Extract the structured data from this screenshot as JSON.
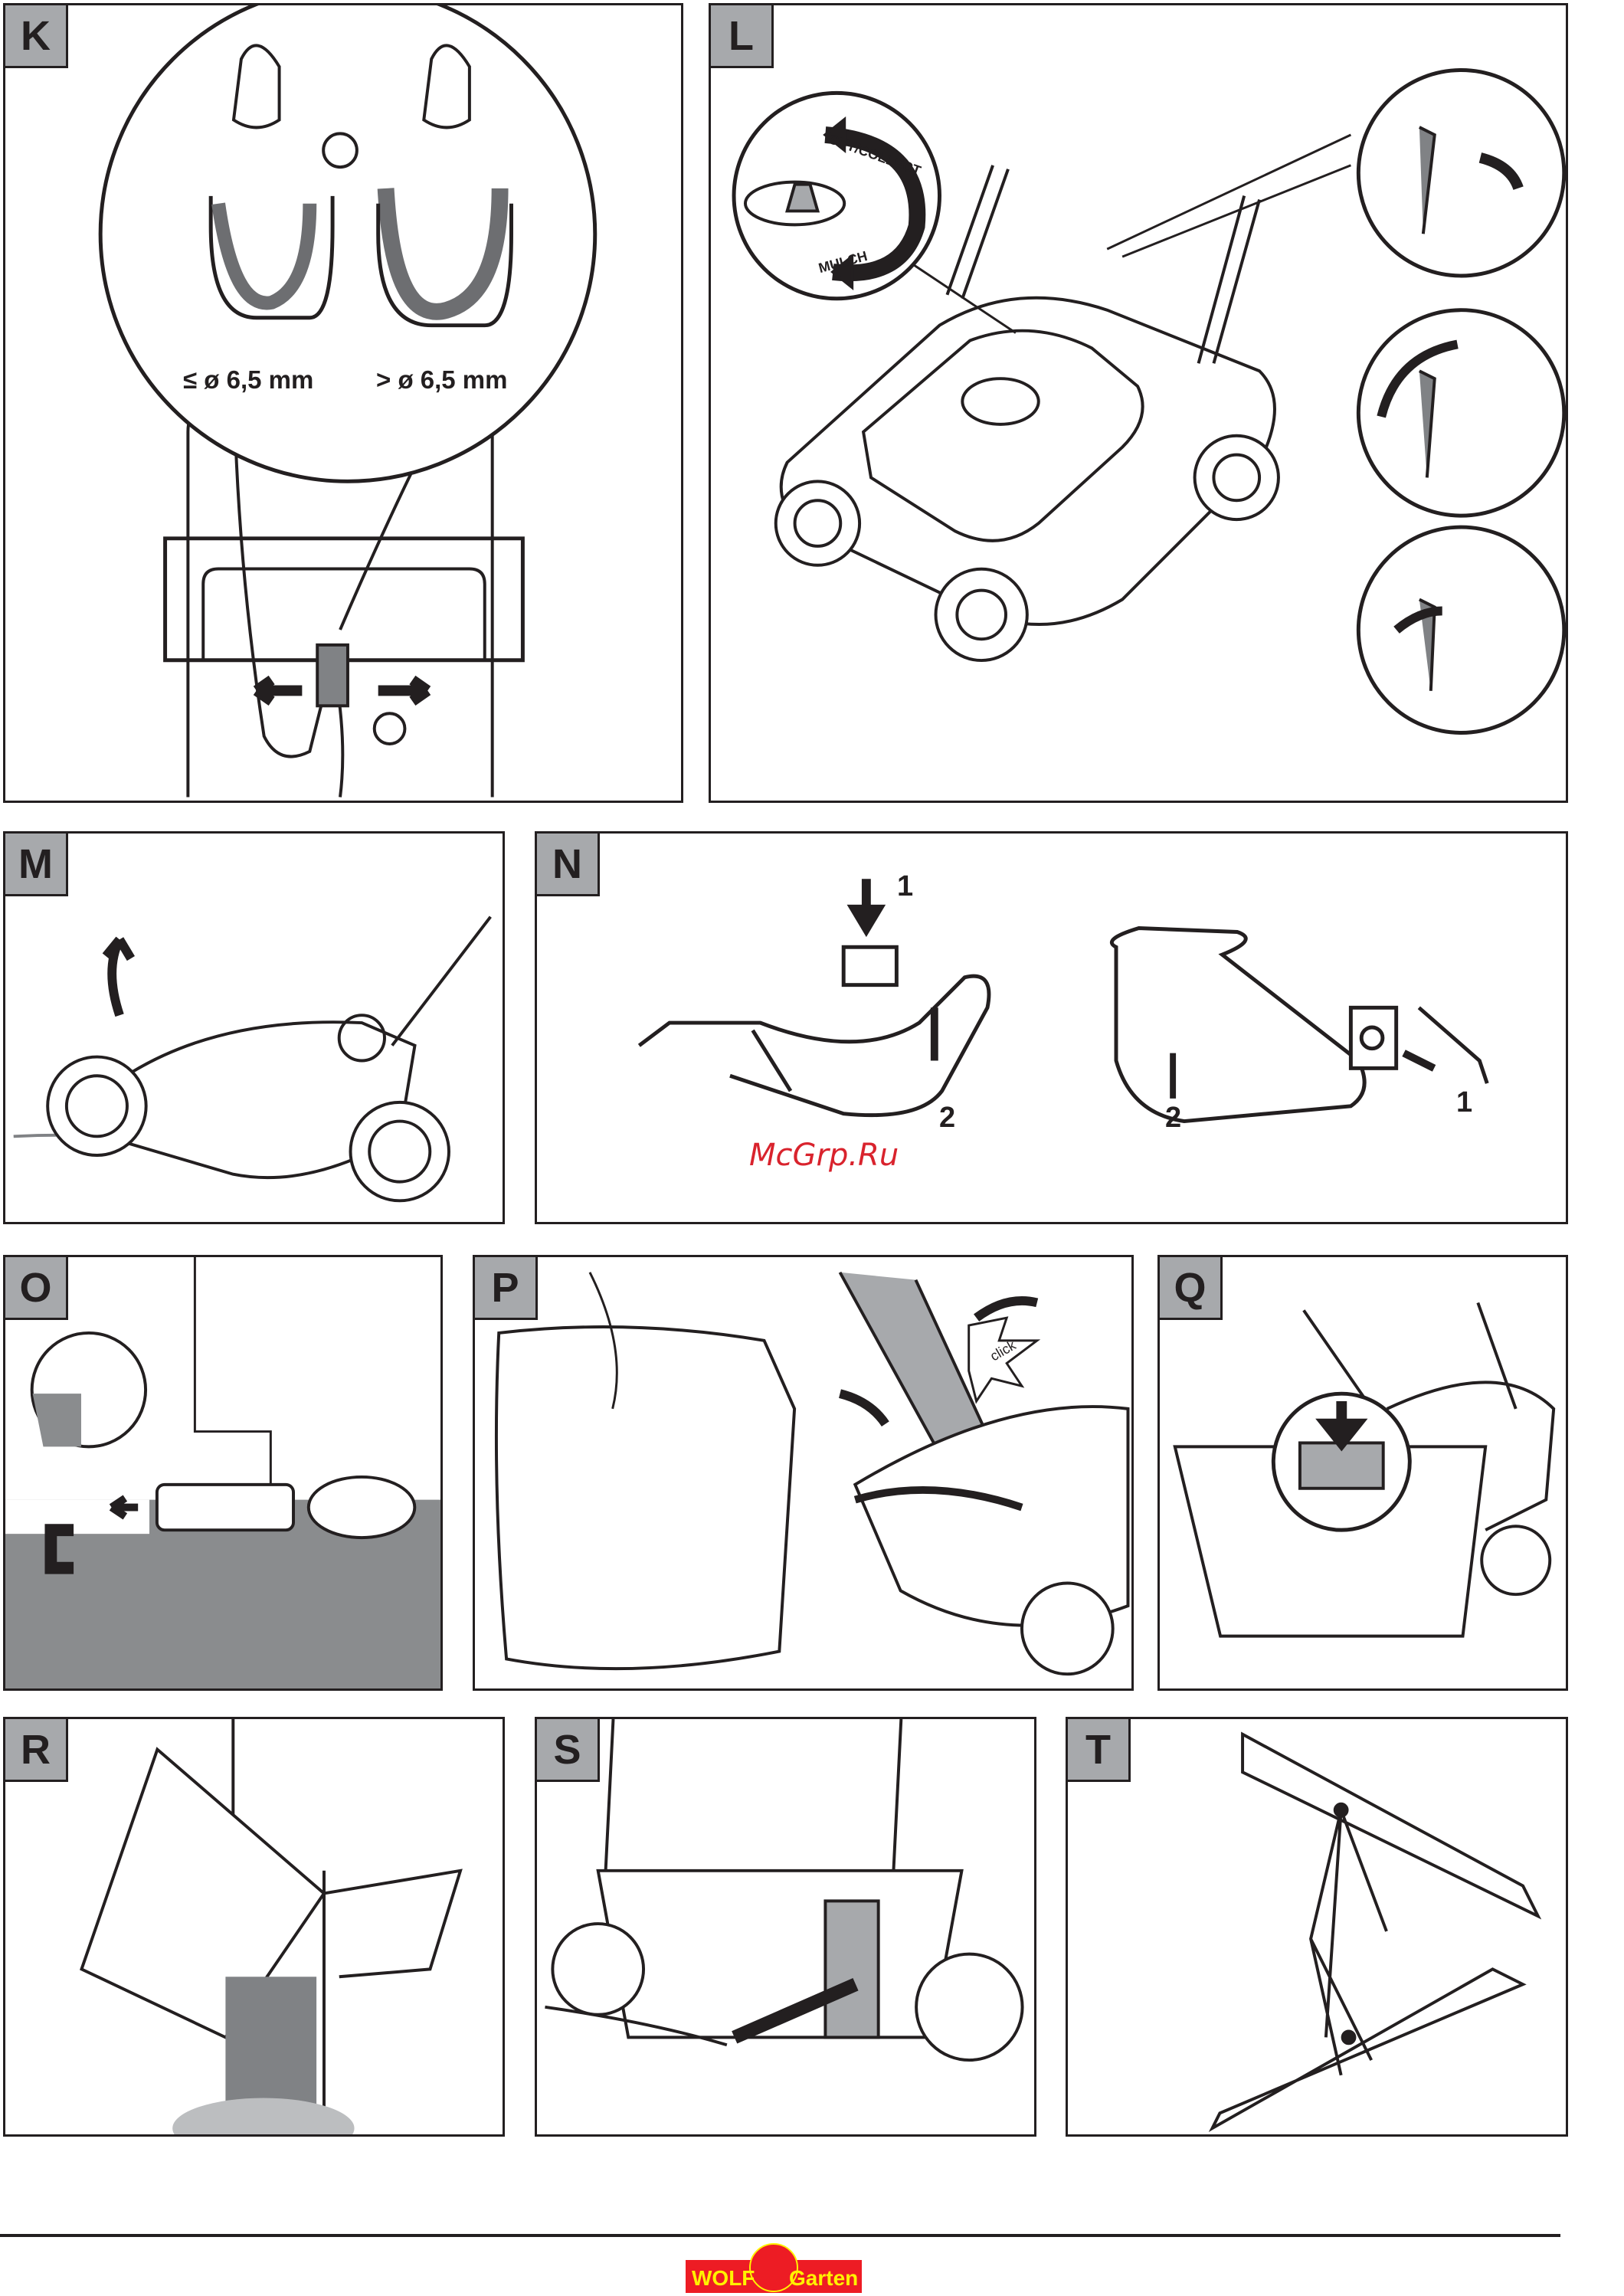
{
  "panels": {
    "K": {
      "letter": "K",
      "label_small": "≤ ø 6,5 mm",
      "label_large": "> ø 6,5 mm"
    },
    "L": {
      "letter": "L",
      "cut_collect": "CUT/COLLECT",
      "mulch": "MULCH"
    },
    "M": {
      "letter": "M"
    },
    "N": {
      "letter": "N",
      "step1_left": "1",
      "step2_left": "2",
      "step1_right": "1",
      "step2_right": "2"
    },
    "O": {
      "letter": "O"
    },
    "P": {
      "letter": "P",
      "click": "click"
    },
    "Q": {
      "letter": "Q"
    },
    "R": {
      "letter": "R"
    },
    "S": {
      "letter": "S"
    },
    "T": {
      "letter": "T"
    }
  },
  "watermark": "McGrp.Ru",
  "footer": {
    "logo_text_left": "WOLF",
    "logo_text_right": "Garten",
    "logo_colors": {
      "red": "#ed1c24",
      "yellow": "#fff200"
    }
  }
}
